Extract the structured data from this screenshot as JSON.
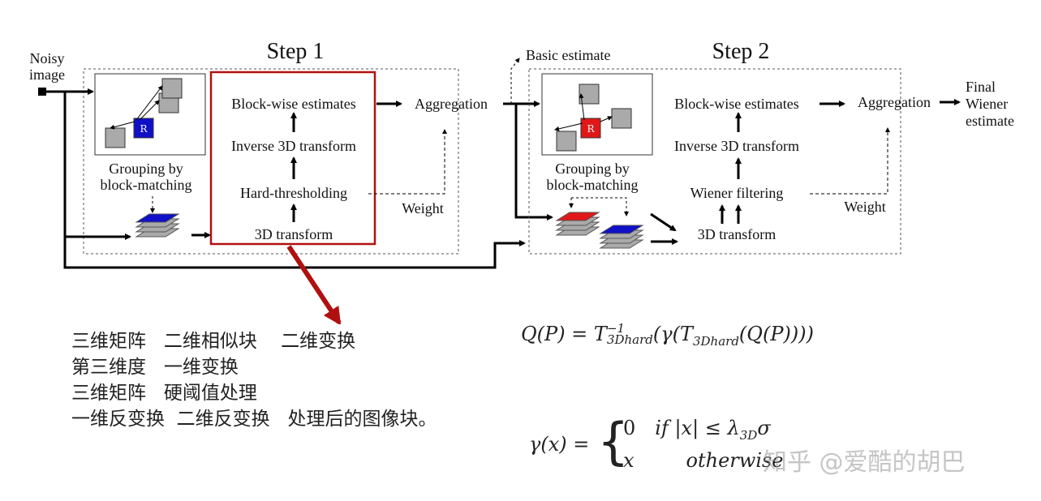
{
  "diagram": {
    "input_label": [
      "Noisy",
      "image"
    ],
    "step1": {
      "title": "Step 1",
      "block_estimates": "Block-wise estimates",
      "inverse": "Inverse 3D transform",
      "filter": "Hard-thresholding",
      "transform": "3D transform",
      "aggregation": "Aggregation",
      "weight": "Weight",
      "grouping": [
        "Grouping by",
        "block-matching"
      ],
      "ref_block": "R",
      "ref_color": "#1010c8",
      "highlight_color": "#b01010"
    },
    "basic_estimate": "Basic estimate",
    "step2": {
      "title": "Step 2",
      "block_estimates": "Block-wise estimates",
      "inverse": "Inverse 3D transform",
      "filter": "Wiener filtering",
      "transform": "3D transform",
      "aggregation": "Aggregation",
      "weight": "Weight",
      "grouping": [
        "Grouping by",
        "block-matching"
      ],
      "ref_block": "R",
      "ref_color": "#e01818"
    },
    "output_label": [
      "Final",
      "Wiener",
      "estimate"
    ]
  },
  "notes": [
    "三维矩阵   二维相似块    二维变换",
    "第三维度   一维变换",
    "三维矩阵   硬阈值处理",
    "一维反变换  二维反变换   处理后的图像块。"
  ],
  "formula_q": {
    "lhs": "Q(P) = T",
    "sup": "−1",
    "sub1": "3Dhard",
    "mid": "(γ(T",
    "sub2": "3Dhard",
    "end": "(Q(P))))"
  },
  "formula_gamma": {
    "lhs": "γ(x) =",
    "case1_value": "0",
    "case1_cond": "if |x| ≤ λ",
    "case1_sub": "3D",
    "case1_tail": "σ",
    "case2_value": "x",
    "case2_cond": "otherwise"
  },
  "watermark": "知乎 @爱酷的胡巴"
}
